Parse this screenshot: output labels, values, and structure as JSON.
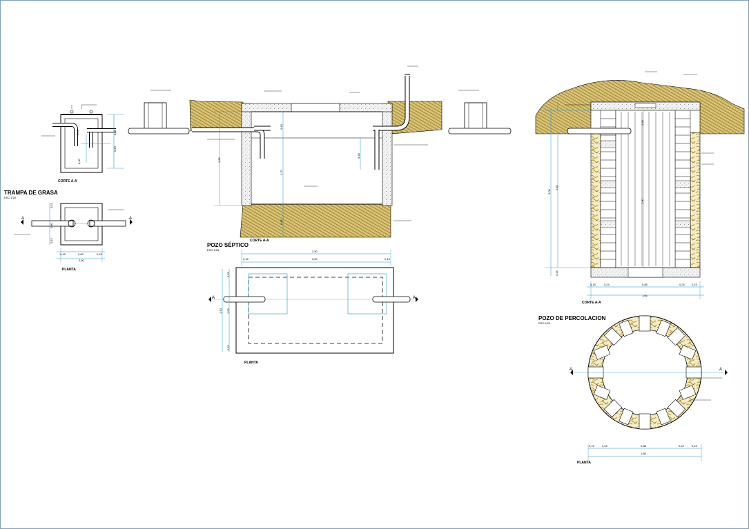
{
  "drawing": {
    "grease_trap": {
      "title": "TRAMPA DE GRASA",
      "scale": "ESC:1/20",
      "section_caption": "CORTE A-A",
      "plan_caption": "PLANTA",
      "section_dims": [
        "0,13",
        "0,38",
        "0,20",
        "0,40"
      ],
      "plan_dims_bottom": [
        "0,15",
        "0,60",
        "0,15"
      ],
      "plan_total": "0,90",
      "plan_dims_side": [
        "0,15",
        "0,60",
        "0,15"
      ],
      "section_mark": "A"
    },
    "septic_tank": {
      "title": "POZO SÉPTICO",
      "scale": "ESC:1/25",
      "section_caption": "CORTE A-A",
      "plan_caption": "PLANTA",
      "section_dims": [
        "1,95",
        "0,40",
        "1,70",
        "0,40",
        "0,45"
      ],
      "plan_top_total": "2,90",
      "plan_top_dims": [
        "0,15",
        "2,60",
        "0,15"
      ],
      "plan_side_dims": [
        "0,15",
        "1,00",
        "0,15"
      ],
      "plan_side_total": "1,30",
      "section_mark": "A"
    },
    "percolation_pit": {
      "title": "POZO DE PERCOLACION",
      "scale": "ESC:1/20",
      "section_caption": "CORTE A-A",
      "plan_caption": "PLANTA",
      "section_dims_bottom": [
        "0,15",
        "0,24",
        "0,88",
        "0,24",
        "0,15"
      ],
      "section_total": "1,66",
      "section_side_dims": [
        "3,00",
        "2,40",
        "0,15"
      ],
      "section_inner_dims": [
        "0,40",
        "2,00"
      ],
      "plan_dims": [
        "0,15",
        "0,24",
        "0,88",
        "0,24",
        "0,15"
      ],
      "plan_total": "1,66",
      "section_mark": "A"
    }
  },
  "colors": {
    "line": "#000000",
    "dimension": "#1a8fd6",
    "soil": "#d8c37a",
    "soil_hatch": "#8a6f2a",
    "stone": "#c9a93a",
    "concrete": "#e9e9e9",
    "background": "#ffffff"
  }
}
